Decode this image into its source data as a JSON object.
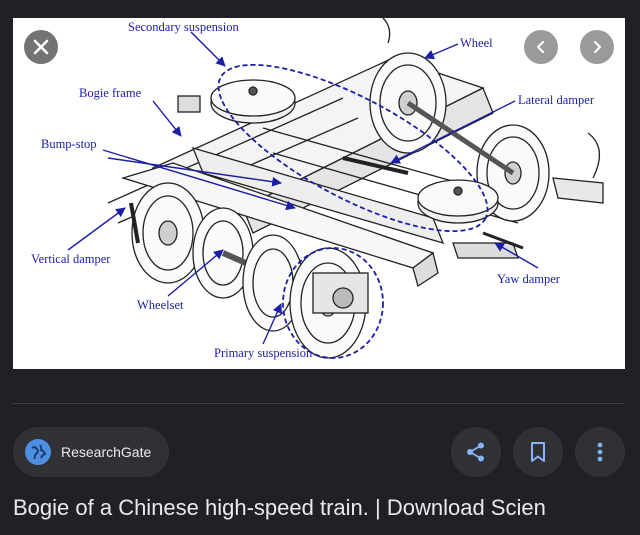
{
  "image": {
    "labels": {
      "secondary_suspension": "Secondary suspension",
      "wheel": "Wheel",
      "bogie_frame": "Bogie frame",
      "lateral_damper": "Lateral damper",
      "bump_stop": "Bump-stop",
      "vertical_damper": "Vertical damper",
      "yaw_damper": "Yaw damper",
      "wheelset": "Wheelset",
      "primary_suspension": "Primary suspension"
    }
  },
  "controls": {
    "close_icon": "close-icon",
    "prev_icon": "chevron-left-icon",
    "next_icon": "chevron-right-icon"
  },
  "source": {
    "name": "ResearchGate",
    "logo_icon": "globe-icon"
  },
  "actions": {
    "share_icon": "share-icon",
    "save_icon": "bookmark-icon",
    "more_icon": "more-vert-icon"
  },
  "title": "Bogie of a Chinese high-speed train. | Download Scien",
  "colors": {
    "background": "#202124",
    "chip": "#303134",
    "text": "#e8eaed",
    "label_blue": "#1b1ea6",
    "accent": "#8ab4f8"
  }
}
